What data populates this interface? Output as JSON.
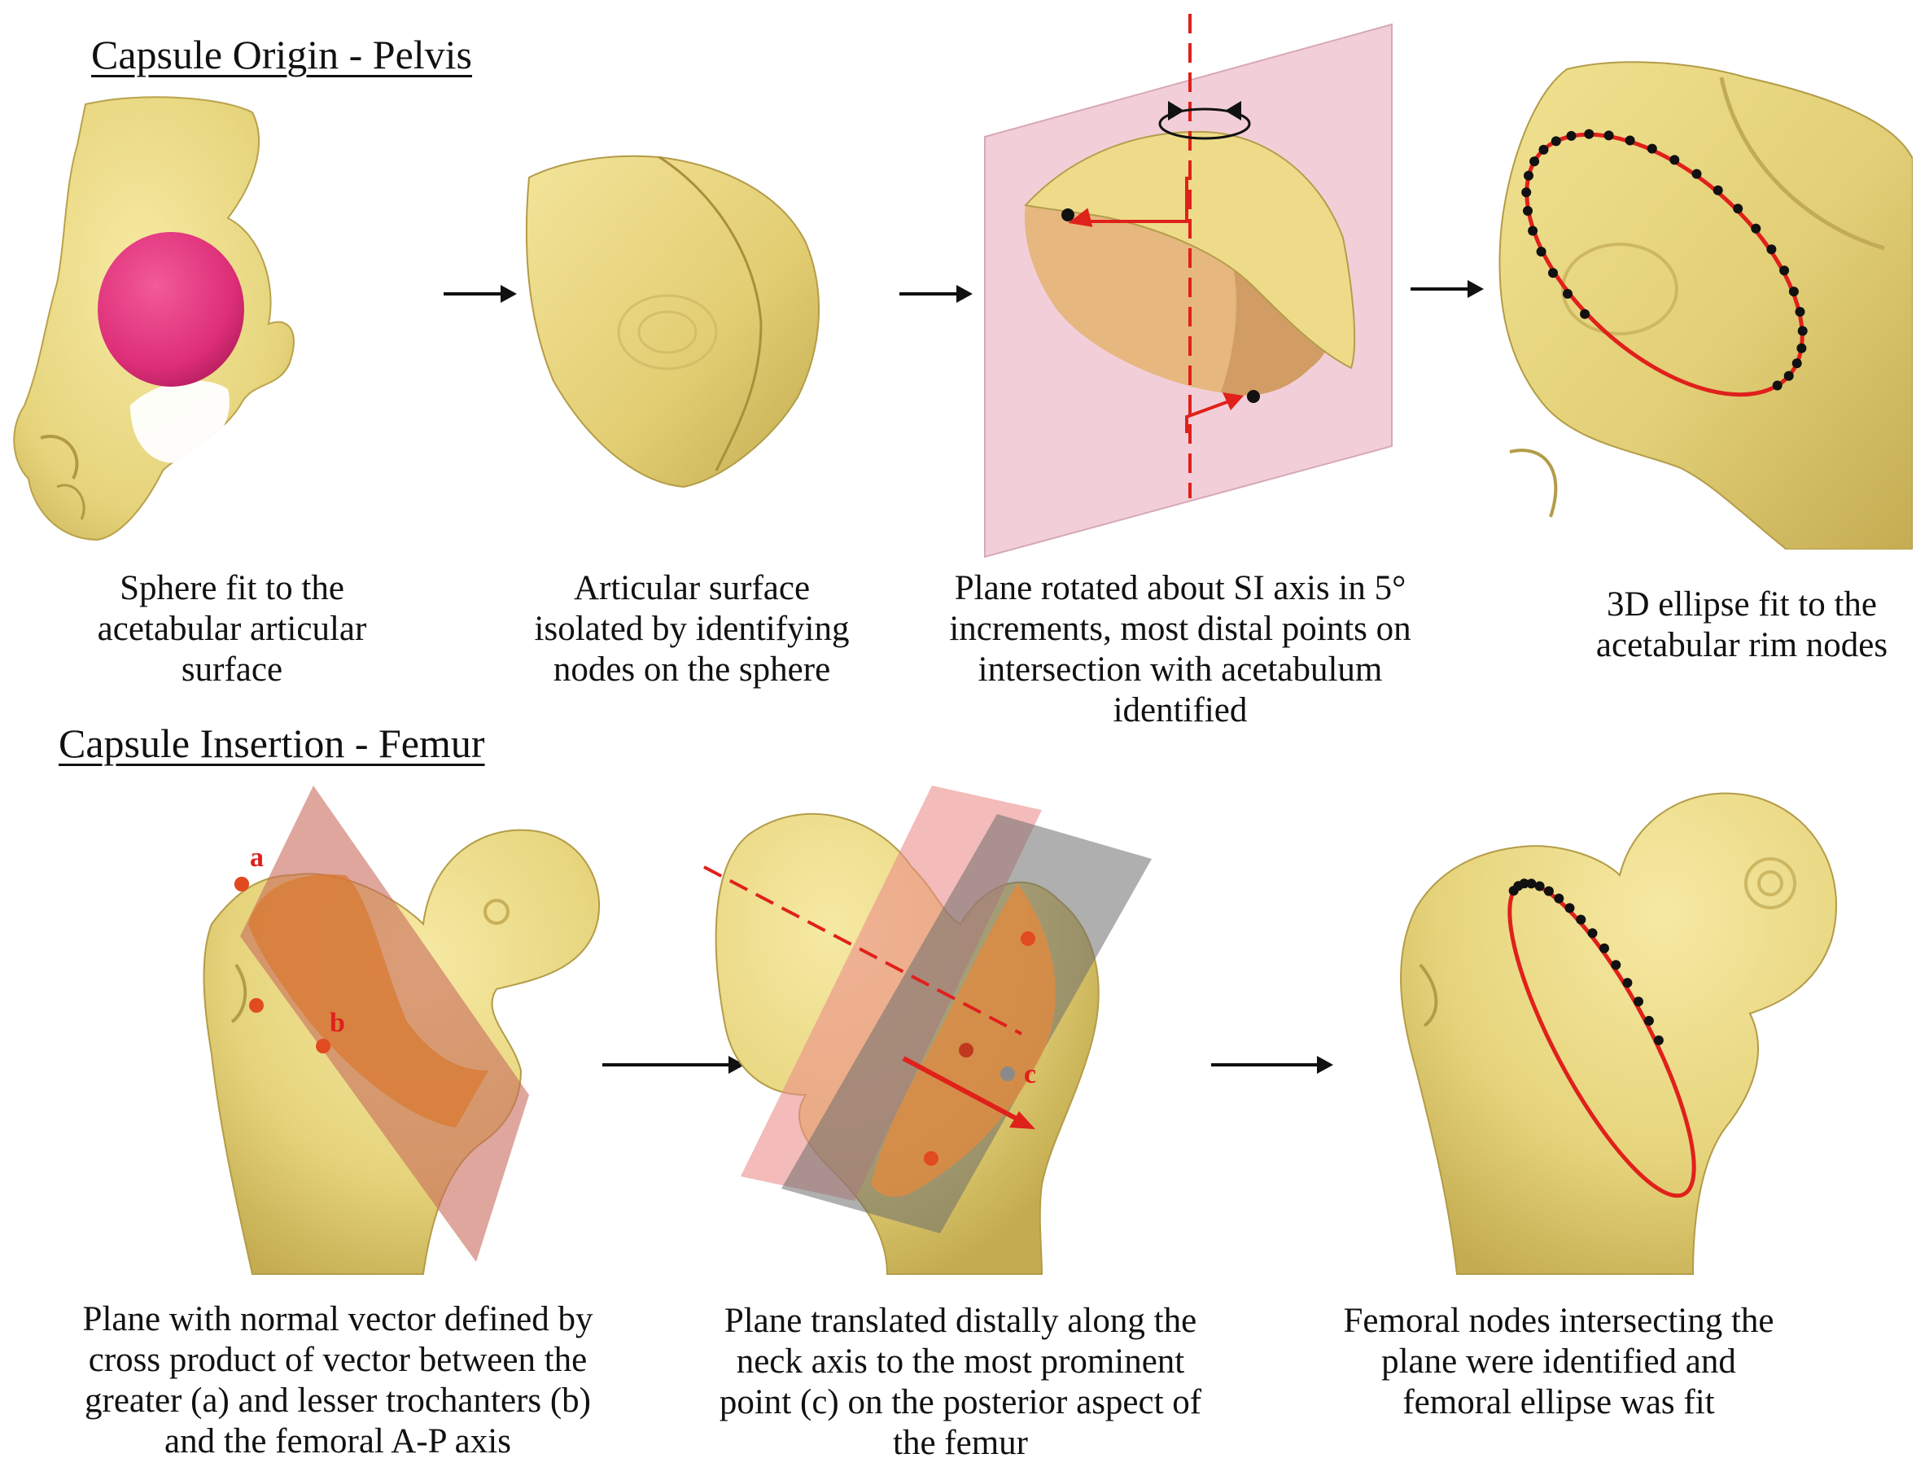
{
  "sections": {
    "pelvis": {
      "title": "Capsule Origin - Pelvis",
      "captions": [
        "Sphere fit to the\nacetabular articular\nsurface",
        "Articular surface\nisolated by identifying\nnodes on the sphere",
        "Plane rotated about SI axis in 5°\nincrements, most distal points on\nintersection with acetabulum identified",
        "3D ellipse fit to the\nacetabular rim nodes"
      ]
    },
    "femur": {
      "title": "Capsule Insertion - Femur",
      "captions": [
        "Plane with normal vector defined by\ncross product of vector between the\ngreater (a) and lesser trochanters (b)\nand the femoral A-P axis",
        "Plane translated distally along the\nneck axis to the most prominent\npoint (c) on the posterior aspect of\nthe femur",
        "Femoral nodes intersecting the\nplane were identified and\nfemoral ellipse was fit"
      ],
      "point_labels": {
        "a": "a",
        "b": "b",
        "c": "c"
      }
    }
  },
  "colors": {
    "bone": "#e8d882",
    "bone_shadow": "#c9b45a",
    "sphere": "#e0307a",
    "plane_pink": "#f2cfd8",
    "plane_red": "#d9786e",
    "plane_grey": "#7d7d7d",
    "highlight_orange": "#d9782e",
    "annotation_red": "#e0201b",
    "node_black": "#111111"
  }
}
